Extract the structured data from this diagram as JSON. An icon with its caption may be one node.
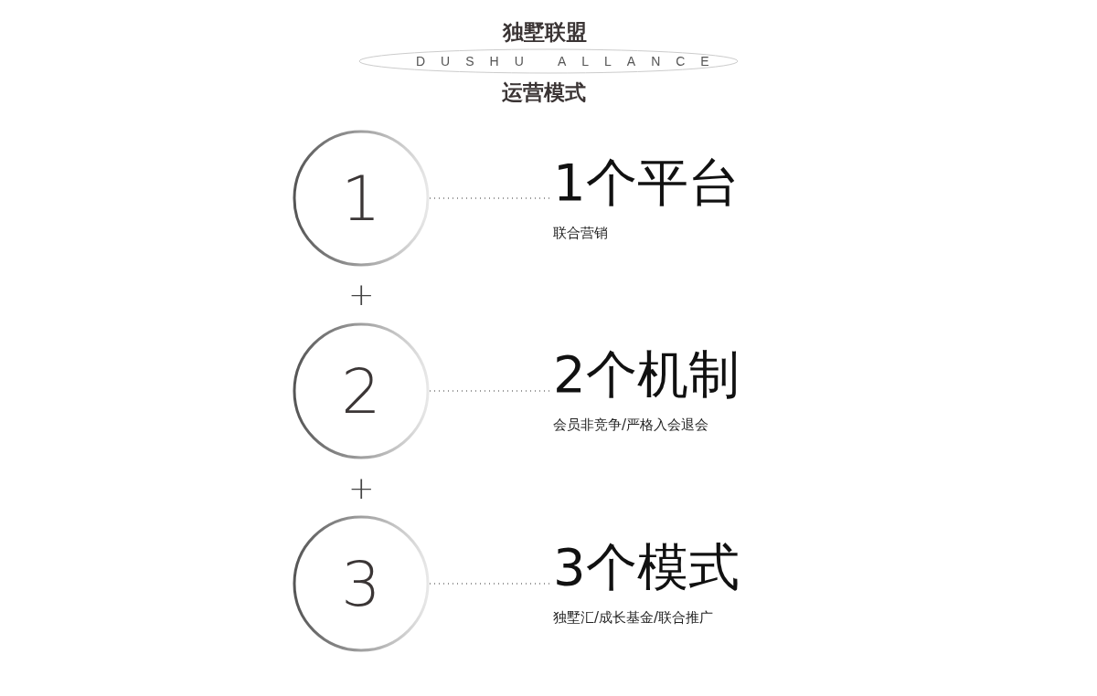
{
  "diagram": {
    "title": "独墅联盟",
    "nodes": [
      {
        "text": [
          "1"
        ]
      },
      {
        "text": [
          "1个平台",
          "联合营销"
        ]
      },
      {
        "text": [
          "2"
        ]
      },
      {
        "text": [
          "2个机制",
          "会员非竞争/严格入会退会"
        ]
      },
      {
        "text": [
          "3"
        ]
      },
      {
        "text": [
          "3个模式",
          "独墅汇/成长基金/联合推广"
        ]
      }
    ],
    "edges": [
      {
        "from": 0,
        "to": 1,
        "arrow": "none",
        "style": "dashed"
      },
      {
        "from": 2,
        "to": 3,
        "arrow": "none",
        "style": "dashed"
      },
      {
        "from": 4,
        "to": 5,
        "arrow": "none",
        "style": "dashed"
      }
    ],
    "labels": [
      "DUSHU ALLANCE",
      "运营模式",
      "+",
      "+"
    ]
  }
}
